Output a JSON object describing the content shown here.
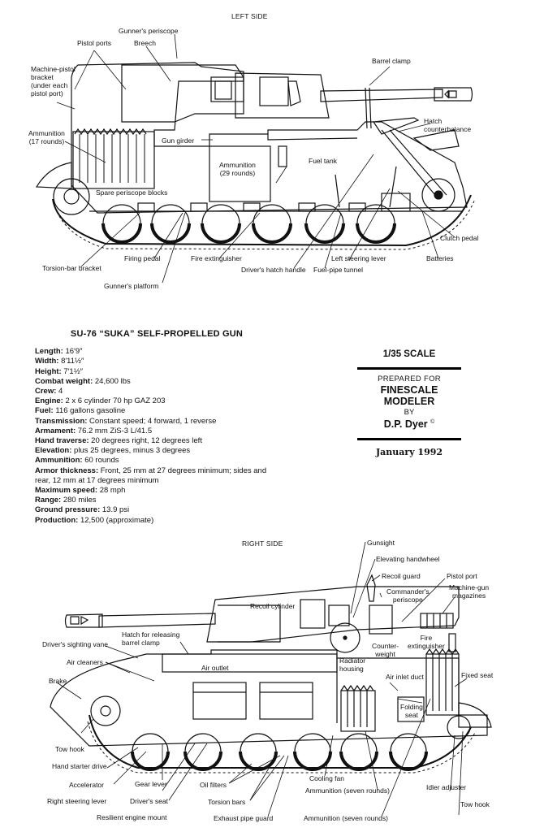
{
  "left_side": {
    "title": "LEFT SIDE",
    "labels": {
      "gunners_periscope": "Gunner's periscope",
      "pistol_ports": "Pistol ports",
      "breech": "Breech",
      "machine_pistol_bracket": [
        "Machine-pistol",
        "bracket",
        "(under each",
        "pistol port)"
      ],
      "barrel_clamp": "Barrel clamp",
      "hatch_counterbalance": [
        "Hatch",
        "counterbalance"
      ],
      "ammunition_17": [
        "Ammunition",
        "(17 rounds)"
      ],
      "gun_girder": "Gun girder",
      "ammunition_29": [
        "Ammunition",
        "(29 rounds)"
      ],
      "fuel_tank": "Fuel tank",
      "spare_periscope_blocks": "Spare periscope blocks",
      "clutch_pedal": "Clutch pedal",
      "batteries": "Batteries",
      "torsion_bar_bracket": "Torsion-bar bracket",
      "firing_pedal": "Firing pedal",
      "fire_extinguisher": "Fire extinguisher",
      "left_steering_lever": "Left steering lever",
      "drivers_hatch_handle": "Driver's hatch handle",
      "fuel_pipe_tunnel": "Fuel-pipe tunnel",
      "gunners_platform": "Gunner's platform"
    }
  },
  "specs": {
    "title": "SU-76 “SUKA” SELF-PROPELLED GUN",
    "rows": [
      {
        "key": "Length:",
        "value": " 16′9″"
      },
      {
        "key": "Width:",
        "value": " 8′11½″"
      },
      {
        "key": "Height:",
        "value": " 7′1½″"
      },
      {
        "key": "Combat weight:",
        "value": " 24,600 lbs"
      },
      {
        "key": "Crew:",
        "value": " 4"
      },
      {
        "key": "Engine:",
        "value": " 2 x 6 cylinder 70 hp GAZ 203"
      },
      {
        "key": "Fuel:",
        "value": " 116 gallons gasoline"
      },
      {
        "key": "Transmission:",
        "value": " Constant speed; 4 forward, 1 reverse"
      },
      {
        "key": "Armament:",
        "value": " 76.2 mm ZiS-3 L/41.5"
      },
      {
        "key": "Hand traverse:",
        "value": " 20 degrees right, 12 degrees left"
      },
      {
        "key": "Elevation:",
        "value": " plus 25 degrees, minus 3 degrees"
      },
      {
        "key": "Ammunition:",
        "value": " 60 rounds"
      },
      {
        "key": "Armor thickness:",
        "value": " Front, 25 mm at 27 degrees minimum; sides and rear, 12 mm at 17 degrees minimum"
      },
      {
        "key": "Maximum speed:",
        "value": " 28 mph"
      },
      {
        "key": "Range:",
        "value": " 280 miles"
      },
      {
        "key": "Ground pressure:",
        "value": " 13.9 psi"
      },
      {
        "key": "Production:",
        "value": " 12,500 (approximate)"
      }
    ]
  },
  "credit": {
    "scale": "1/35 SCALE",
    "prepared_for": "PREPARED FOR",
    "magazine": "FINESCALE MODELER",
    "by": "BY",
    "author": "D.P. Dyer",
    "copyright": "©",
    "date": "January 1992"
  },
  "right_side": {
    "title": "RIGHT SIDE",
    "labels": {
      "gunsight": "Gunsight",
      "elevating_handwheel": "Elevating handwheel",
      "recoil_guard": "Recoil guard",
      "pistol_port": "Pistol port",
      "commanders_periscope": [
        "Commander's",
        "periscope"
      ],
      "machine_gun_magazines": [
        "Machine-gun",
        "magazines"
      ],
      "recoil_cylinder": "Recoil cylinder",
      "hatch_releasing_barrel_clamp": [
        "Hatch for releasing",
        "barrel clamp"
      ],
      "drivers_sighting_vane": "Driver's sighting vane",
      "fire_extinguisher": [
        "Fire",
        "extinguisher"
      ],
      "counterweight": [
        "Counter-",
        "weight"
      ],
      "air_cleaners": "Air cleaners",
      "air_outlet": "Air outlet",
      "radiator_housing": [
        "Radiator",
        "housing"
      ],
      "air_inlet_duct": "Air inlet duct",
      "fixed_seat": "Fixed seat",
      "brake": "Brake",
      "folding_seat": [
        "Folding",
        "seat"
      ],
      "tow_hook_front": "Tow hook",
      "hand_starter_drive": "Hand starter drive",
      "accelerator": "Accelerator",
      "gear_lever": "Gear lever",
      "oil_filters": "Oil filters",
      "cooling_fan": "Cooling fan",
      "ammunition_seven_1": "Ammunition (seven rounds)",
      "idler_adjuster": "Idler adjuster",
      "right_steering_lever": "Right steering lever",
      "drivers_seat": "Driver's seat",
      "torsion_bars": "Torsion bars",
      "tow_hook_rear": "Tow hook",
      "resilient_engine_mount": "Resilient engine mount",
      "exhaust_pipe_guard": "Exhaust pipe guard",
      "ammunition_seven_2": "Ammunition (seven rounds)"
    }
  }
}
